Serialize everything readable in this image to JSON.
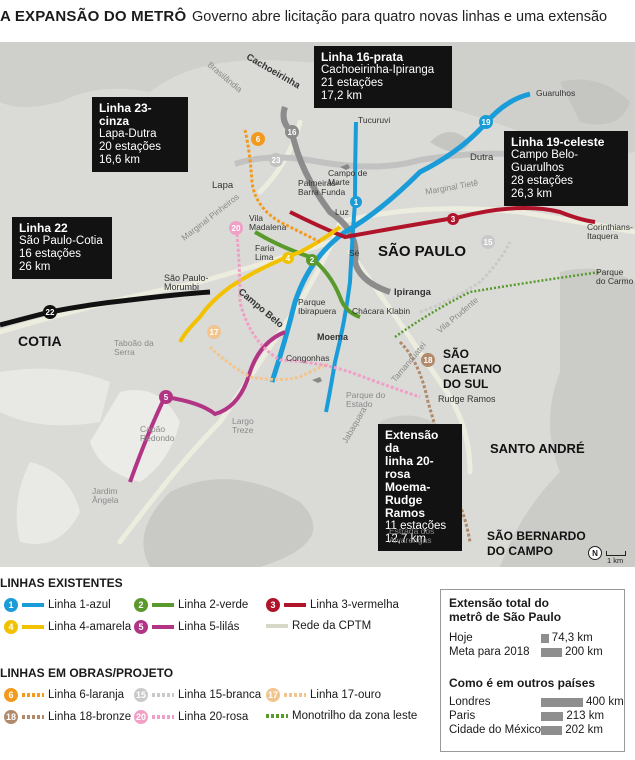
{
  "header": {
    "title": "A EXPANSÃO DO METRÔ",
    "subtitle": "Governo abre licitação para quatro novas linhas e uma extensão"
  },
  "callouts": {
    "l16": {
      "title": "Linha 16-prata",
      "lines": [
        "Cachoeirinha-Ipiranga",
        "21 estações",
        "17,2 km"
      ]
    },
    "l23": {
      "title": "Linha 23-cinza",
      "lines": [
        "Lapa-Dutra",
        "20 estações",
        "16,6 km"
      ]
    },
    "l19": {
      "title": "Linha 19-celeste",
      "lines": [
        "Campo Belo-Guarulhos",
        "28 estações",
        "26,3 km"
      ]
    },
    "l22": {
      "title": "Linha 22",
      "lines": [
        "São Paulo-Cotia",
        "16 estações",
        "26 km"
      ]
    },
    "l20": {
      "title": "Extensão da",
      "lines": [
        "linha 20-rosa",
        "Moema-Rudge",
        "Ramos",
        "11 estações",
        "12,7 km"
      ]
    }
  },
  "cities": {
    "sao_paulo": "SÃO PAULO",
    "cotia": "COTIA",
    "sao_caetano": "SÃO CAETANO DO SUL",
    "santo_andre": "SANTO ANDRÉ",
    "sao_bernardo": "SÃO BERNARDO DO CAMPO"
  },
  "map_labels": {
    "guarulhos": "Guarulhos",
    "cachoeirinha": "Cachoeirinha",
    "brasilandia": "Brasilândia",
    "tucuruvi": "Tucuruvi",
    "dutra": "Dutra",
    "marginal_tiete": "Marginal Tietê",
    "lapa": "Lapa",
    "palmeiras": "Palmeiras-Barra Funda",
    "campo_marte": "Campo de Marte",
    "luz": "Luz",
    "se": "Sé",
    "corinthians": "Corinthians-Itaquera",
    "vila_madalena": "Vila Madalena",
    "faria_lima": "Faria Lima",
    "marginal_pinheiros": "Marginal Pinheiros",
    "sao_paulo_morumbi": "São Paulo-Morumbi",
    "ipiranga": "Ipiranga",
    "parque_carmo": "Parque do Carmo",
    "parque_ibirapuera": "Parque Ibirapuera",
    "chacara_klabin": "Chácara Klabin",
    "vila_prudente": "Vila Prudente",
    "taboao": "Taboão da Serra",
    "moema": "Moema",
    "campo_belo": "Campo Belo",
    "congonhas": "Congonhas",
    "tamanduatei": "Tamanduateí",
    "capao_redondo": "Capão Redondo",
    "largo_treze": "Largo Treze",
    "parque_estado": "Parque do Estado",
    "rudge_ramos": "Rudge Ramos",
    "jabaquara": "Jabaquara",
    "jardim_angela": "Jardim Ângela",
    "estrada_alvarengas": "Estrada dos Alvarengas",
    "north": "N",
    "scale": "1 km"
  },
  "legend": {
    "existing_header": "LINHAS EXISTENTES",
    "existing": [
      {
        "num": "1",
        "label": "Linha 1-azul",
        "color": "#1a9cd8"
      },
      {
        "num": "2",
        "label": "Linha 2-verde",
        "color": "#5a9a2c"
      },
      {
        "num": "3",
        "label": "Linha 3-vermelha",
        "color": "#b0142a"
      },
      {
        "num": "4",
        "label": "Linha 4-amarela",
        "color": "#f2c200"
      },
      {
        "num": "5",
        "label": "Linha 5-lilás",
        "color": "#b23585"
      },
      {
        "num": "",
        "label": "Rede da CPTM",
        "color": "#d8d8c8"
      }
    ],
    "works_header": "LINHAS EM OBRAS/PROJETO",
    "works": [
      {
        "num": "6",
        "label": "Linha 6-laranja",
        "color": "#f39a1e"
      },
      {
        "num": "15",
        "label": "Linha 15-branca",
        "color": "#c9c9c9"
      },
      {
        "num": "17",
        "label": "Linha 17-ouro",
        "color": "#f2c58e"
      },
      {
        "num": "18",
        "label": "Linha 18-bronze",
        "color": "#b08a6a"
      },
      {
        "num": "20",
        "label": "Linha 20-rosa",
        "color": "#f0a0c6"
      },
      {
        "num": "",
        "label": "Monotrilho da zona leste",
        "color": "#5a9a2c"
      }
    ]
  },
  "stats": {
    "total_header": "Extensão total do metrô de São Paulo",
    "total": [
      {
        "label": "Hoje",
        "value": "74,3 km",
        "km": 74.3
      },
      {
        "label": "Meta para 2018",
        "value": "200 km",
        "km": 200
      }
    ],
    "compare_header": "Como é em outros países",
    "compare": [
      {
        "label": "Londres",
        "value": "400 km",
        "km": 400
      },
      {
        "label": "Paris",
        "value": "213 km",
        "km": 213
      },
      {
        "label": "Cidade do México",
        "value": "202 km",
        "km": 202
      }
    ]
  },
  "colors": {
    "line1": "#1a9cd8",
    "line2": "#5a9a2c",
    "line3": "#b0142a",
    "line4": "#f2c200",
    "line5": "#b23585",
    "line6": "#f39a1e",
    "line15": "#c9c9c9",
    "line16": "#8c8c8c",
    "line17": "#f2c58e",
    "line18": "#b08a6a",
    "line19": "#1a9cd8",
    "line20": "#f0a0c6",
    "line22": "#111111",
    "line23": "#bfbfbf",
    "cptm": "#e6e6da"
  }
}
